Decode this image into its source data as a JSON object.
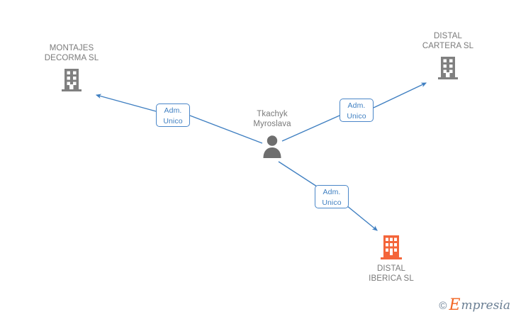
{
  "diagram": {
    "type": "corporate-relationship-graph",
    "background_color": "#ffffff",
    "edge_color": "#3f7fc1",
    "company_color": "#808080",
    "highlight_company_color": "#f4653a",
    "person_color": "#6e6e6e",
    "label_text_color": "#7a7a7a"
  },
  "nodes": {
    "person": {
      "name": "Tkachyk\nMyroslava",
      "icon": "person-icon",
      "color": "#6e6e6e"
    },
    "company_left": {
      "name": "MONTAJES\nDECORMA SL",
      "icon": "building-icon",
      "color": "#808080",
      "highlighted": "false"
    },
    "company_top_right": {
      "name": "DISTAL\nCARTERA SL",
      "icon": "building-icon",
      "color": "#808080",
      "highlighted": "false"
    },
    "company_bottom_right": {
      "name": "DISTAL\nIBERICA SL",
      "icon": "building-icon",
      "color": "#f4653a",
      "highlighted": "true"
    }
  },
  "edges": [
    {
      "id": "edge-to-montajes-decorma",
      "from": "person",
      "to": "company_left",
      "label": "Adm.\nUnico"
    },
    {
      "id": "edge-to-distal-cartera",
      "from": "person",
      "to": "company_top_right",
      "label": "Adm.\nUnico"
    },
    {
      "id": "edge-to-distal-iberica",
      "from": "person",
      "to": "company_bottom_right",
      "label": "Adm.\nUnico"
    }
  ],
  "watermark": {
    "copyright": "©",
    "brand_initial": "E",
    "brand_rest": "mpresia"
  }
}
